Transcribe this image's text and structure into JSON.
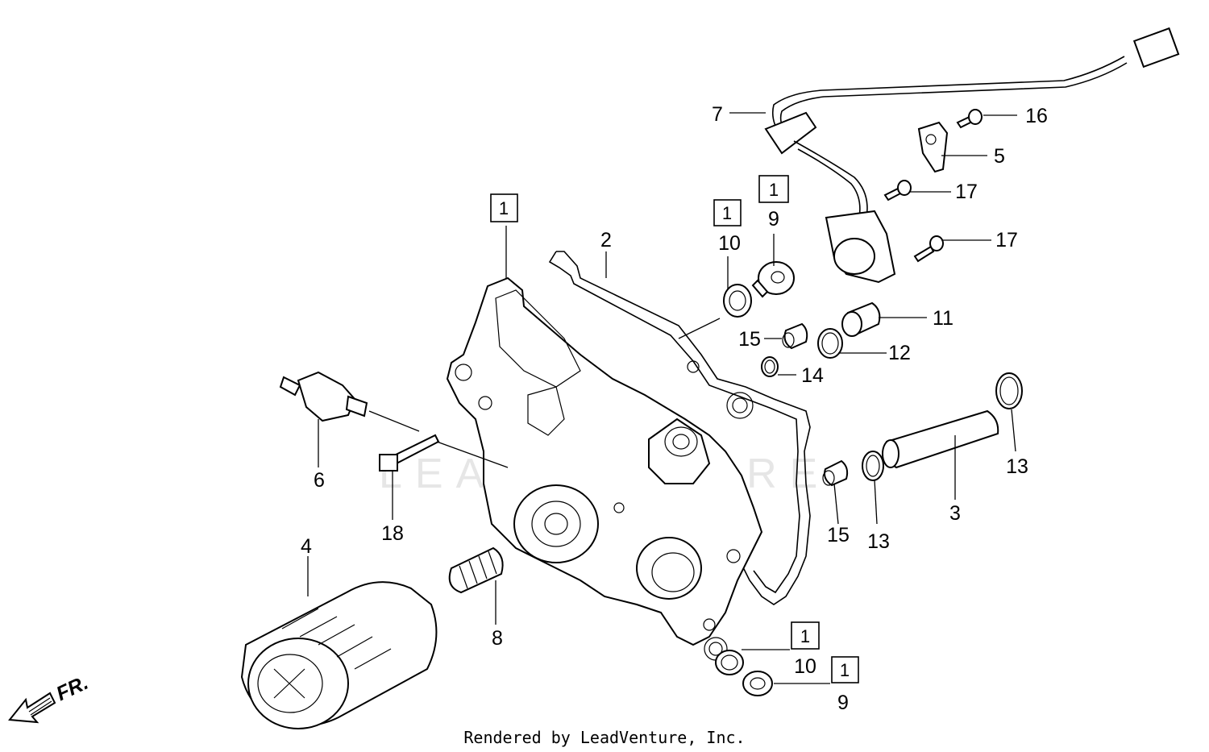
{
  "watermark": "LEADVENTURE",
  "footer": "Rendered by LeadVenture, Inc.",
  "direction_label": "FR.",
  "callouts": {
    "c1": "1",
    "c2": "1",
    "c3": "1",
    "c4": "1",
    "c5": "1",
    "n2": "2",
    "n3": "3",
    "n4": "4",
    "n5": "5",
    "n6": "6",
    "n7": "7",
    "n8": "8",
    "n9a": "9",
    "n9b": "9",
    "n10a": "10",
    "n10b": "10",
    "n11": "11",
    "n12": "12",
    "n13a": "13",
    "n13b": "13",
    "n14": "14",
    "n15a": "15",
    "n15b": "15",
    "n16": "16",
    "n17a": "17",
    "n17b": "17",
    "n18": "18"
  }
}
